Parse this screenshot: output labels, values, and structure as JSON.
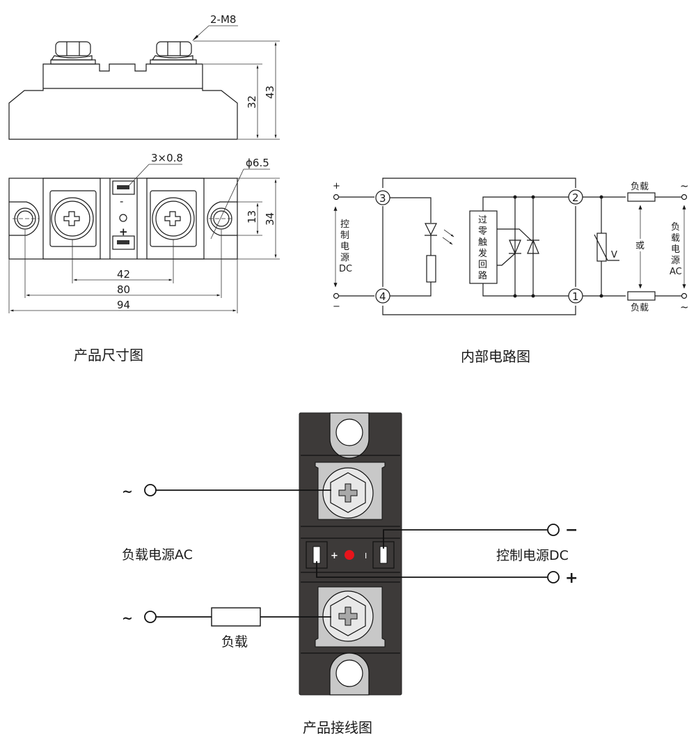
{
  "dimension_drawing": {
    "caption": "产品尺寸图",
    "side_view": {
      "thread_label": "2-M8",
      "height_body": "32",
      "height_total": "43"
    },
    "top_view": {
      "terminal_size": "3×0.8",
      "hole_diameter": "ϕ6.5",
      "width_inner": "13",
      "width_total": "34",
      "terminal_spacing": "42",
      "hole_spacing": "80",
      "length_total": "94",
      "minus_mark": "-",
      "plus_mark": "+"
    }
  },
  "circuit_diagram": {
    "caption": "内部电路图",
    "pins": [
      "3",
      "4",
      "2",
      "1"
    ],
    "dc_plus": "+",
    "dc_minus": "−",
    "dc_label_chars": [
      "控",
      "制",
      "电",
      "源",
      "DC"
    ],
    "trigger_chars": [
      "过",
      "零",
      "触",
      "发",
      "回",
      "路"
    ],
    "varistor_label": "V",
    "load_top": "负载",
    "load_bottom": "负载",
    "or_label": "或",
    "ac_label_chars": [
      "负",
      "载",
      "电",
      "源",
      "AC"
    ],
    "ac_symbol_top": "~",
    "ac_symbol_bottom": "~"
  },
  "wiring_diagram": {
    "caption": "产品接线图",
    "ac_symbol_top": "~",
    "ac_symbol_bottom": "~",
    "ac_power_label": "负载电源AC",
    "dc_power_label": "控制电源DC",
    "dc_minus": "−",
    "dc_plus": "+",
    "load_label": "负载",
    "module_plus_mark": "+",
    "module_minus_mark": "I",
    "colors": {
      "module_body": "#3d3a39",
      "terminal_plate": "#c8c8c8",
      "led": "#e8141b"
    }
  }
}
